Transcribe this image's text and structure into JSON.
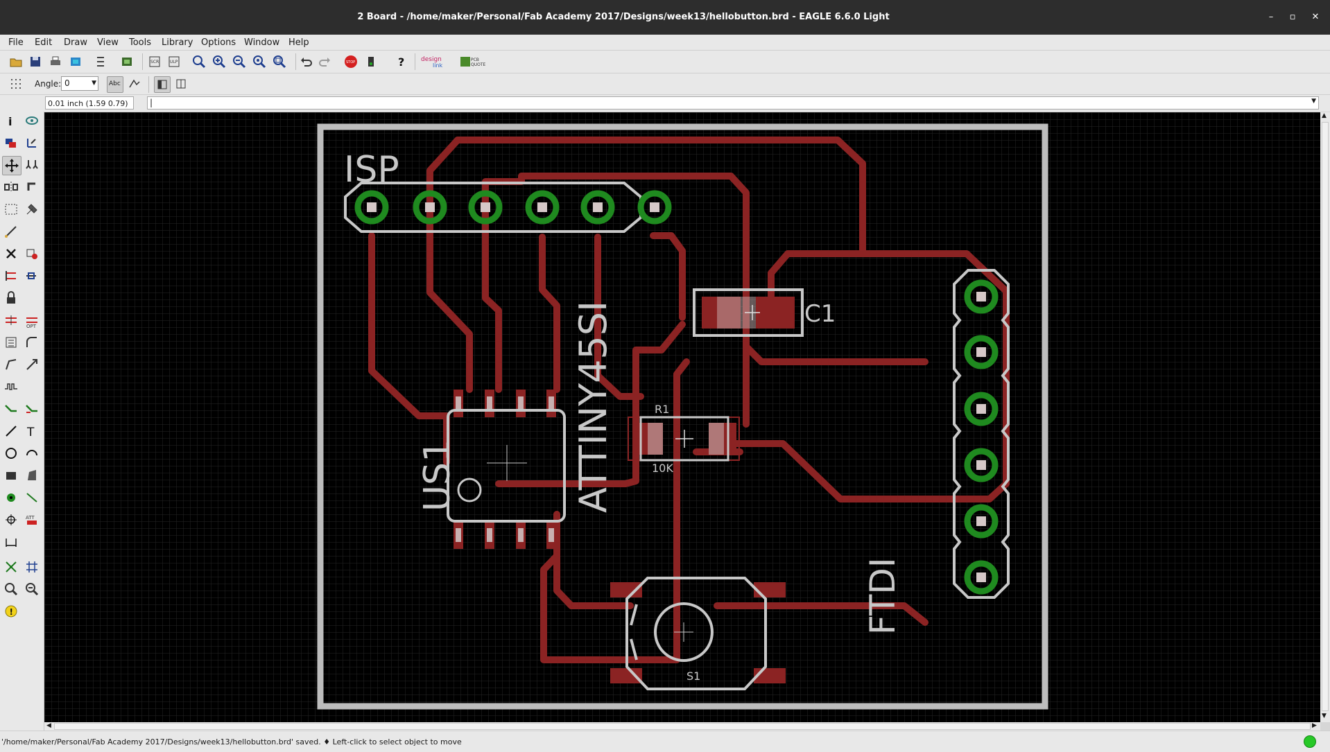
{
  "window": {
    "title": "2 Board - /home/maker/Personal/Fab Academy 2017/Designs/week13/hellobutton.brd - EAGLE 6.6.0 Light"
  },
  "menu": [
    "File",
    "Edit",
    "Draw",
    "View",
    "Tools",
    "Library",
    "Options",
    "Window",
    "Help"
  ],
  "toolbar": {
    "angle_label": "Angle:",
    "angle_value": "0",
    "text_mode_label": "Abc"
  },
  "coords": "0.01 inch (1.59 0.79)",
  "command": "|",
  "board": {
    "labels": {
      "isp": "ISP",
      "c1": "C1",
      "r1": "R1",
      "r1_value": "10K",
      "us1": "US1",
      "attiny": "ATTINY45SI",
      "ftdi": "FTDI",
      "s1": "S1"
    }
  },
  "status": "'/home/maker/Personal/Fab Academy 2017/Designs/week13/hellobutton.brd' saved.  ♦ Left-click to select object to move",
  "colors": {
    "trace": "#8b2323",
    "pad": "#1f8a1f",
    "silk": "#c8c8c8",
    "canvas": "#000000"
  }
}
